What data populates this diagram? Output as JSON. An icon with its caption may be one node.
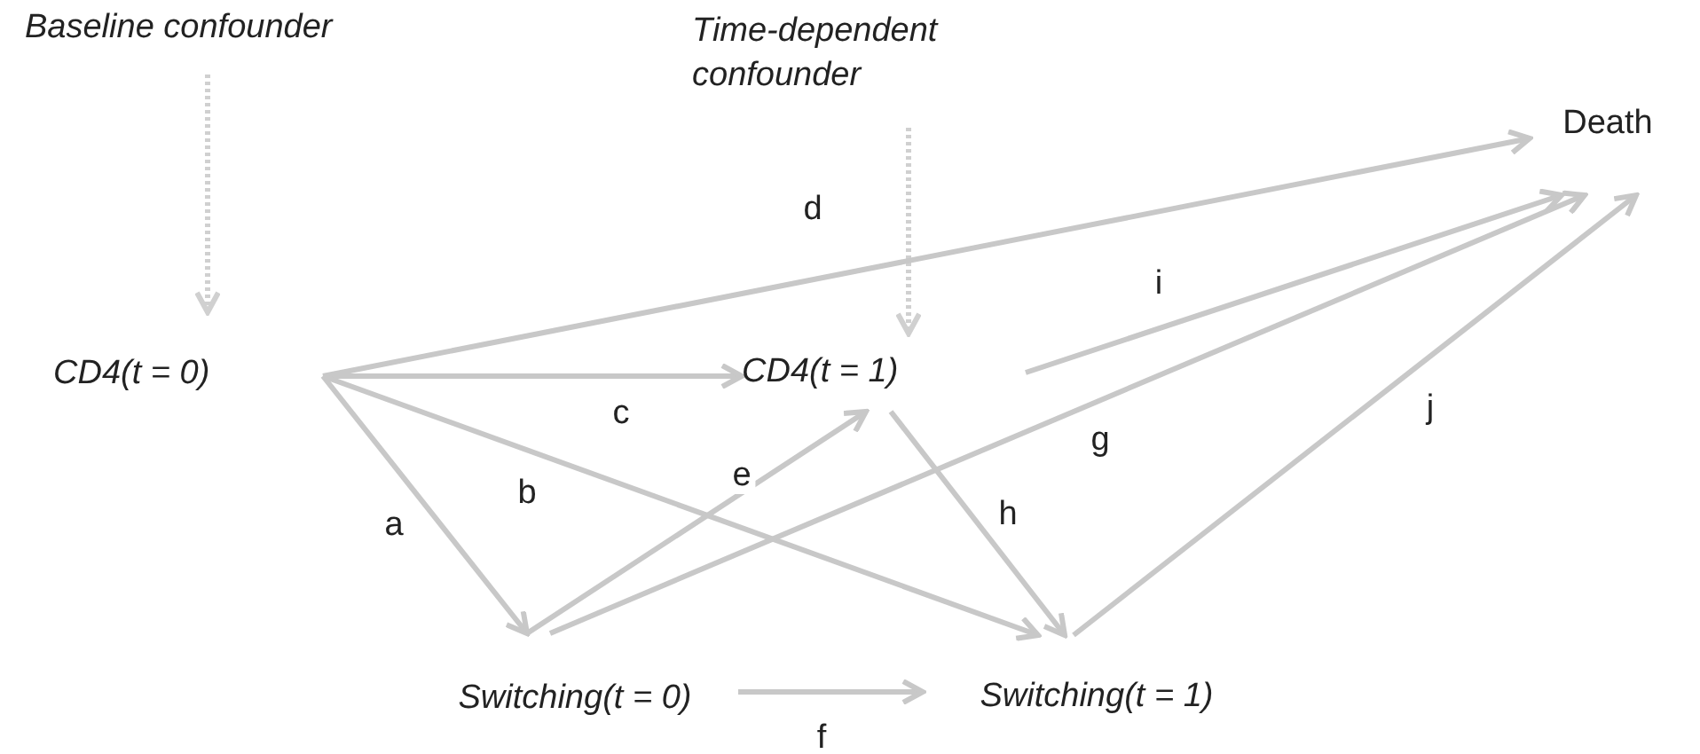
{
  "diagram": {
    "nodes": [
      {
        "text": [
          "Baseline confounder"
        ]
      },
      {
        "text": [
          "Time-dependent confounder"
        ]
      },
      {
        "text": [
          "CD4(t = 0)"
        ]
      },
      {
        "text": [
          "CD4(t = 1)"
        ]
      },
      {
        "text": [
          "Switching(t = 0)"
        ]
      },
      {
        "text": [
          "Switching(t = 1)"
        ]
      },
      {
        "text": [
          "Death"
        ]
      }
    ],
    "edges": [
      {
        "from": 0,
        "to": 2,
        "arrow": "to",
        "style": "dashed"
      },
      {
        "from": 1,
        "to": 3,
        "arrow": "to",
        "style": "dashed"
      },
      {
        "from": 2,
        "to": 6,
        "arrow": "to",
        "label": "d"
      },
      {
        "from": 2,
        "to": 3,
        "arrow": "to",
        "label": "c"
      },
      {
        "from": 2,
        "to": 4,
        "arrow": "to",
        "label": "a"
      },
      {
        "from": 2,
        "to": 5,
        "arrow": "to",
        "label": "b"
      },
      {
        "from": 4,
        "to": 3,
        "arrow": "to",
        "label": "e"
      },
      {
        "from": 4,
        "to": 6,
        "arrow": "to",
        "label": "g"
      },
      {
        "from": 4,
        "to": 5,
        "arrow": "to",
        "label": "f"
      },
      {
        "from": 3,
        "to": 5,
        "arrow": "to",
        "label": "h"
      },
      {
        "from": 3,
        "to": 6,
        "arrow": "to",
        "label": "i"
      },
      {
        "from": 5,
        "to": 6,
        "arrow": "to",
        "label": "j"
      }
    ]
  }
}
